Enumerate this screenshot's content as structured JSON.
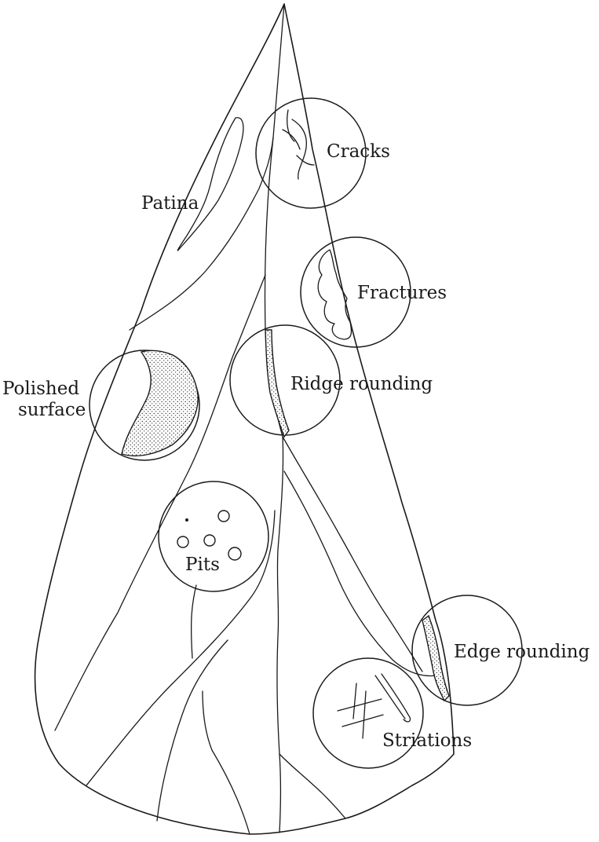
{
  "labels": {
    "cracks": "Cracks",
    "patina": "Patina",
    "fractures": "Fractures",
    "polished_surface_line1": "Polished",
    "polished_surface_line2": "surface",
    "ridge_rounding": "Ridge rounding",
    "pits": "Pits",
    "edge_rounding": "Edge rounding",
    "striations": "Striations"
  }
}
